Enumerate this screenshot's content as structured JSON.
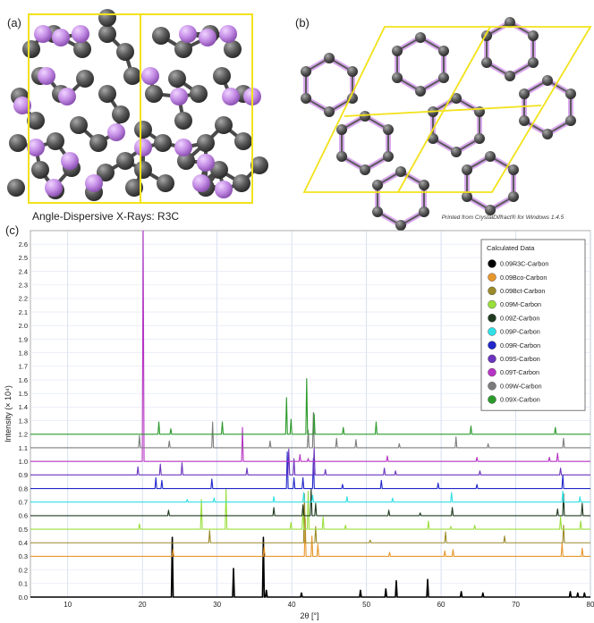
{
  "panels": {
    "a": {
      "label": "(a)"
    },
    "b": {
      "label": "(b)"
    },
    "c": {
      "label": "(c)"
    }
  },
  "credit": "Printed from CrystalDiffract® for Windows 1.4.5",
  "colors": {
    "atom_purple": "#c58ee6",
    "atom_gray": "#555555",
    "cell_yellow": "#f2e21a"
  },
  "chart_data": {
    "type": "line",
    "title": "Angle-Dispersive X-Rays: R3C",
    "xlabel": "2θ [°]",
    "ylabel": "Intensity (× 10⁴)",
    "xlim": [
      5,
      80
    ],
    "ylim": [
      0,
      2.7
    ],
    "xticks": [
      "10",
      "20",
      "30",
      "40",
      "50",
      "60",
      "70",
      "80"
    ],
    "yticks": [
      "0.0",
      "0.1",
      "0.2",
      "0.3",
      "0.4",
      "0.5",
      "0.6",
      "0.7",
      "0.8",
      "0.9",
      "1.0",
      "1.1",
      "1.2",
      "1.3",
      "1.4",
      "1.5",
      "1.6",
      "1.7",
      "1.8",
      "1.9",
      "2.0",
      "2.1",
      "2.2",
      "2.3",
      "2.4",
      "2.5",
      "2.6"
    ],
    "grid": true,
    "legend": {
      "title": "Calculated Data",
      "position": "top-right"
    },
    "series": [
      {
        "name": "0.09R3C-Carbon",
        "color": "#000000",
        "offset": 0.0,
        "peaks": [
          [
            24.0,
            0.44
          ],
          [
            32.2,
            0.21
          ],
          [
            36.2,
            0.44
          ],
          [
            36.6,
            0.05
          ],
          [
            41.3,
            0.03
          ],
          [
            49.2,
            0.05
          ],
          [
            52.6,
            0.06
          ],
          [
            54.0,
            0.12
          ],
          [
            58.2,
            0.13
          ],
          [
            62.7,
            0.04
          ],
          [
            65.6,
            0.03
          ],
          [
            77.3,
            0.04
          ],
          [
            78.3,
            0.03
          ],
          [
            79.2,
            0.03
          ]
        ]
      },
      {
        "name": "0.09Bco-Carbon",
        "color": "#e8972c",
        "offset": 0.3,
        "peaks": [
          [
            24.1,
            0.05
          ],
          [
            36.3,
            0.07
          ],
          [
            41.8,
            0.28
          ],
          [
            42.7,
            0.15
          ],
          [
            43.5,
            0.09
          ],
          [
            53.1,
            0.03
          ],
          [
            60.5,
            0.04
          ],
          [
            61.6,
            0.05
          ],
          [
            76.2,
            0.1
          ],
          [
            78.9,
            0.06
          ]
        ]
      },
      {
        "name": "0.09Bct-Carbon",
        "color": "#9b8a2a",
        "offset": 0.4,
        "peaks": [
          [
            29.0,
            0.09
          ],
          [
            41.7,
            0.36
          ],
          [
            43.2,
            0.12
          ],
          [
            50.5,
            0.02
          ],
          [
            60.6,
            0.08
          ],
          [
            68.5,
            0.05
          ],
          [
            76.4,
            0.13
          ]
        ]
      },
      {
        "name": "0.09M-Carbon",
        "color": "#9adf3c",
        "offset": 0.5,
        "peaks": [
          [
            19.6,
            0.04
          ],
          [
            27.9,
            0.22
          ],
          [
            31.2,
            0.3
          ],
          [
            39.9,
            0.05
          ],
          [
            41.5,
            0.16
          ],
          [
            42.2,
            0.28
          ],
          [
            44.2,
            0.09
          ],
          [
            47.2,
            0.03
          ],
          [
            58.3,
            0.06
          ],
          [
            61.3,
            0.02
          ],
          [
            64.5,
            0.03
          ],
          [
            76.0,
            0.09
          ],
          [
            78.7,
            0.06
          ]
        ]
      },
      {
        "name": "0.09Z-Carbon",
        "color": "#1f3a1f",
        "offset": 0.6,
        "peaks": [
          [
            23.5,
            0.04
          ],
          [
            37.6,
            0.06
          ],
          [
            41.5,
            0.08
          ],
          [
            42.6,
            0.2
          ],
          [
            43.2,
            0.09
          ],
          [
            53.0,
            0.04
          ],
          [
            57.2,
            0.02
          ],
          [
            61.5,
            0.06
          ],
          [
            75.6,
            0.05
          ],
          [
            76.4,
            0.16
          ],
          [
            78.9,
            0.09
          ]
        ]
      },
      {
        "name": "0.09P-Carbon",
        "color": "#30e0e6",
        "offset": 0.7,
        "peaks": [
          [
            26.0,
            0.02
          ],
          [
            29.6,
            0.03
          ],
          [
            37.6,
            0.04
          ],
          [
            41.6,
            0.07
          ],
          [
            42.8,
            0.05
          ],
          [
            47.4,
            0.04
          ],
          [
            53.5,
            0.03
          ],
          [
            61.4,
            0.07
          ],
          [
            76.3,
            0.08
          ],
          [
            78.6,
            0.04
          ]
        ]
      },
      {
        "name": "0.09R-Carbon",
        "color": "#2127c9",
        "offset": 0.8,
        "peaks": [
          [
            21.8,
            0.08
          ],
          [
            22.6,
            0.06
          ],
          [
            29.3,
            0.07
          ],
          [
            39.4,
            0.27
          ],
          [
            40.3,
            0.08
          ],
          [
            41.5,
            0.08
          ],
          [
            42.9,
            0.22
          ],
          [
            46.8,
            0.03
          ],
          [
            52.0,
            0.06
          ],
          [
            59.6,
            0.04
          ],
          [
            64.8,
            0.03
          ],
          [
            76.3,
            0.1
          ]
        ]
      },
      {
        "name": "0.09S-Carbon",
        "color": "#6b35bf",
        "offset": 0.9,
        "peaks": [
          [
            19.4,
            0.06
          ],
          [
            22.4,
            0.08
          ],
          [
            25.3,
            0.09
          ],
          [
            34.0,
            0.05
          ],
          [
            39.6,
            0.19
          ],
          [
            40.3,
            0.12
          ],
          [
            43.0,
            0.2
          ],
          [
            44.5,
            0.04
          ],
          [
            52.4,
            0.05
          ],
          [
            53.9,
            0.03
          ],
          [
            65.2,
            0.03
          ],
          [
            76.0,
            0.05
          ]
        ]
      },
      {
        "name": "0.09T-Carbon",
        "color": "#b634c4",
        "offset": 1.0,
        "peaks": [
          [
            20.1,
            1.7
          ],
          [
            33.4,
            0.25
          ],
          [
            41.1,
            0.05
          ],
          [
            42.2,
            0.02
          ],
          [
            52.8,
            0.04
          ],
          [
            64.8,
            0.03
          ],
          [
            74.5,
            0.03
          ],
          [
            75.6,
            0.06
          ]
        ]
      },
      {
        "name": "0.09W-Carbon",
        "color": "#7c7c7c",
        "offset": 1.1,
        "peaks": [
          [
            19.6,
            0.09
          ],
          [
            23.6,
            0.05
          ],
          [
            29.4,
            0.19
          ],
          [
            37.1,
            0.05
          ],
          [
            42.2,
            0.13
          ],
          [
            42.9,
            0.26
          ],
          [
            46.0,
            0.07
          ],
          [
            48.6,
            0.06
          ],
          [
            54.4,
            0.03
          ],
          [
            62.0,
            0.08
          ],
          [
            66.3,
            0.03
          ],
          [
            76.4,
            0.07
          ]
        ]
      },
      {
        "name": "0.09X-Carbon",
        "color": "#2b9a2b",
        "offset": 1.2,
        "peaks": [
          [
            22.2,
            0.09
          ],
          [
            23.8,
            0.04
          ],
          [
            30.7,
            0.09
          ],
          [
            39.3,
            0.27
          ],
          [
            39.9,
            0.11
          ],
          [
            42.0,
            0.41
          ],
          [
            43.0,
            0.15
          ],
          [
            46.9,
            0.05
          ],
          [
            51.3,
            0.09
          ],
          [
            64.0,
            0.06
          ],
          [
            75.3,
            0.05
          ]
        ]
      }
    ]
  }
}
